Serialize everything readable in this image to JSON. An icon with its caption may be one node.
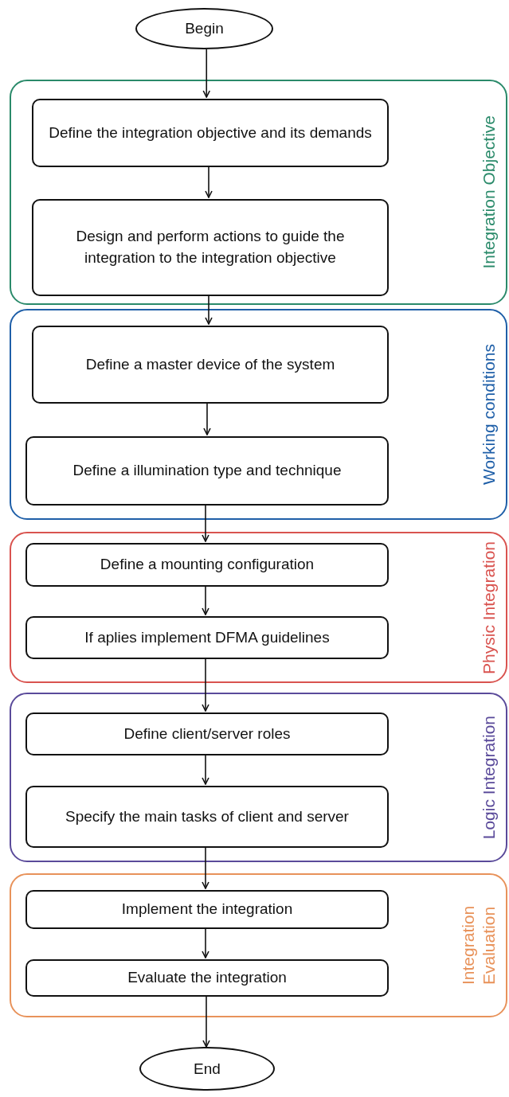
{
  "diagram": {
    "nodes": [
      {
        "text": [
          "Begin"
        ]
      },
      {
        "text": [
          "Integration Objective"
        ]
      },
      {
        "text": [
          "Define the integration objective and its demands"
        ],
        "in": 1
      },
      {
        "text": [
          "Design and perform actions to guide the integration to the integration objective"
        ],
        "in": 1
      },
      {
        "text": [
          "Working conditions"
        ]
      },
      {
        "text": [
          "Define a master device of the system"
        ],
        "in": 4
      },
      {
        "text": [
          "Define a illumination type and technique"
        ],
        "in": 4
      },
      {
        "text": [
          "Physic Integration"
        ]
      },
      {
        "text": [
          "Define a mounting configuration"
        ],
        "in": 7
      },
      {
        "text": [
          "If aplies implement DFMA guidelines"
        ],
        "in": 7
      },
      {
        "text": [
          "Logic Integration"
        ]
      },
      {
        "text": [
          "Define client/server roles"
        ],
        "in": 10
      },
      {
        "text": [
          "Specify the main tasks of client and server"
        ],
        "in": 10
      },
      {
        "text": [
          "Integration Evaluation"
        ]
      },
      {
        "text": [
          "Implement the integration"
        ],
        "in": 13
      },
      {
        "text": [
          "Evaluate the integration"
        ],
        "in": 13
      },
      {
        "text": [
          "End"
        ]
      }
    ],
    "edges": [
      {
        "from": 0,
        "to": 2,
        "arrow": "to"
      },
      {
        "from": 2,
        "to": 3,
        "arrow": "to"
      },
      {
        "from": 3,
        "to": 5,
        "arrow": "to"
      },
      {
        "from": 5,
        "to": 6,
        "arrow": "to"
      },
      {
        "from": 6,
        "to": 8,
        "arrow": "to"
      },
      {
        "from": 8,
        "to": 9,
        "arrow": "to"
      },
      {
        "from": 9,
        "to": 11,
        "arrow": "to"
      },
      {
        "from": 11,
        "to": 12,
        "arrow": "to"
      },
      {
        "from": 12,
        "to": 14,
        "arrow": "to"
      },
      {
        "from": 14,
        "to": 15,
        "arrow": "to"
      },
      {
        "from": 15,
        "to": 16,
        "arrow": "to"
      }
    ]
  }
}
